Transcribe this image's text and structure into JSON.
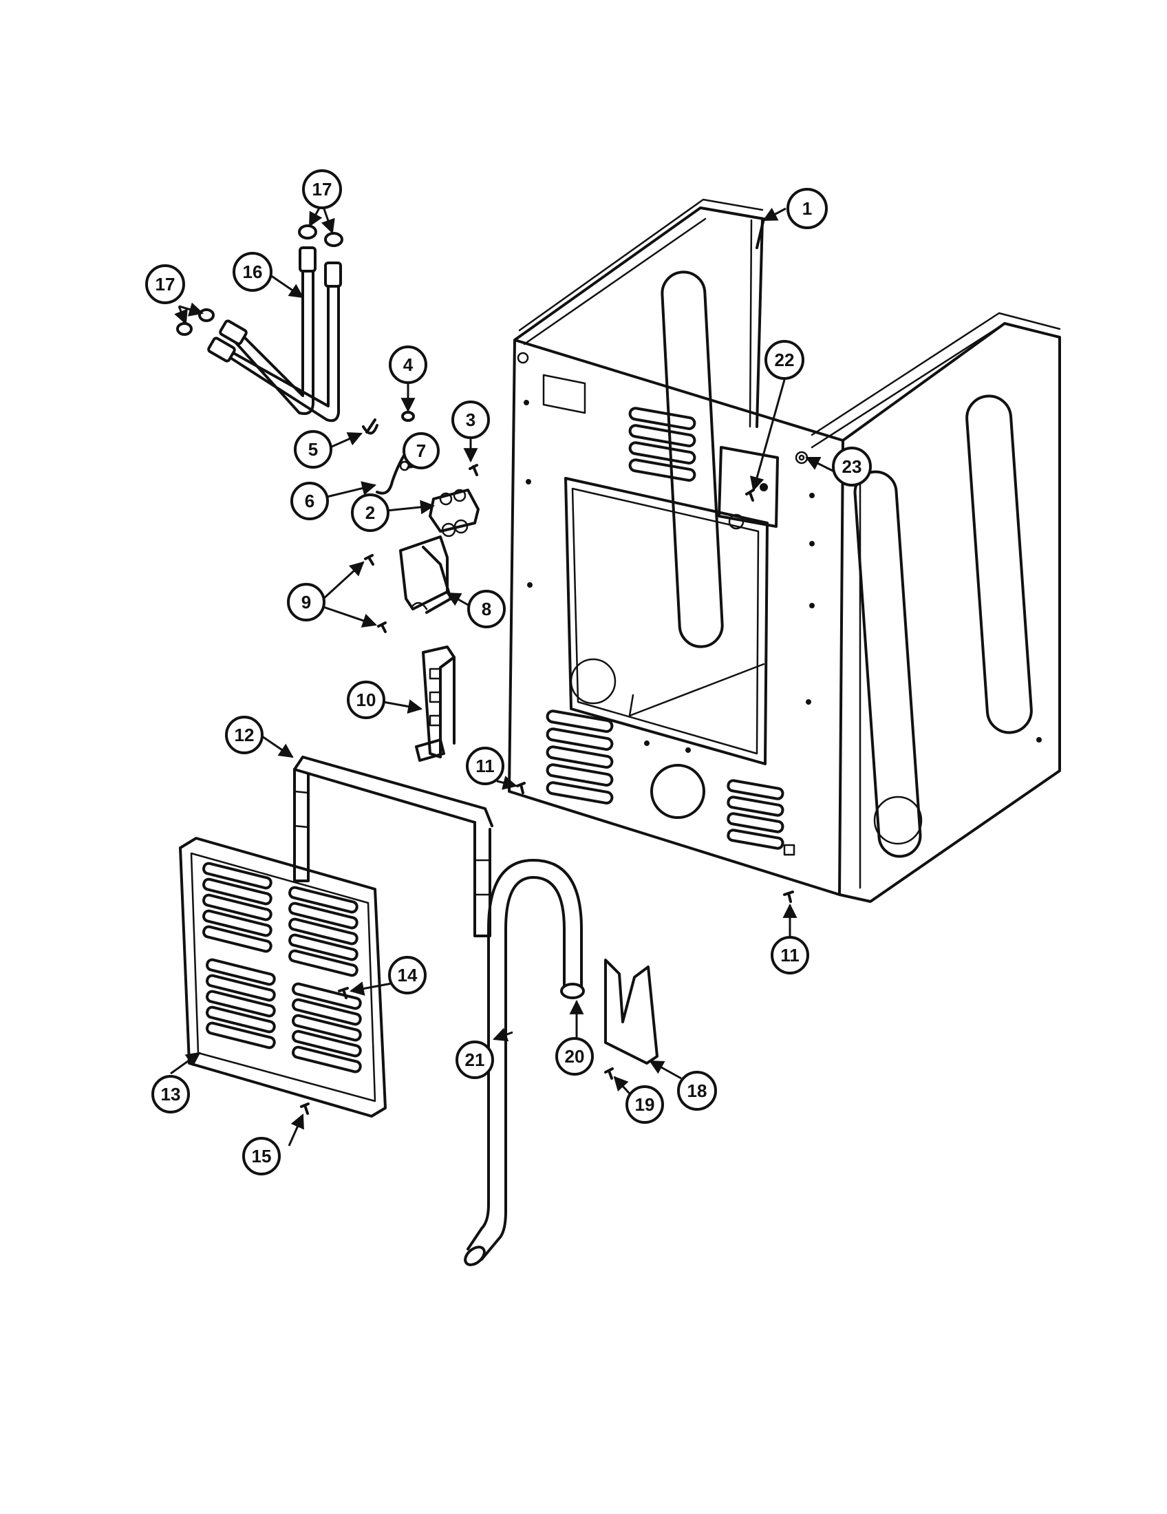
{
  "callouts": [
    {
      "id": "c1",
      "label": "1"
    },
    {
      "id": "c2",
      "label": "2"
    },
    {
      "id": "c3",
      "label": "3"
    },
    {
      "id": "c4",
      "label": "4"
    },
    {
      "id": "c5",
      "label": "5"
    },
    {
      "id": "c6",
      "label": "6"
    },
    {
      "id": "c7",
      "label": "7"
    },
    {
      "id": "c8",
      "label": "8"
    },
    {
      "id": "c9",
      "label": "9"
    },
    {
      "id": "c10",
      "label": "10"
    },
    {
      "id": "c11a",
      "label": "11"
    },
    {
      "id": "c11b",
      "label": "11"
    },
    {
      "id": "c12",
      "label": "12"
    },
    {
      "id": "c13",
      "label": "13"
    },
    {
      "id": "c14",
      "label": "14"
    },
    {
      "id": "c15",
      "label": "15"
    },
    {
      "id": "c16",
      "label": "16"
    },
    {
      "id": "c17a",
      "label": "17"
    },
    {
      "id": "c17b",
      "label": "17"
    },
    {
      "id": "c18",
      "label": "18"
    },
    {
      "id": "c19",
      "label": "19"
    },
    {
      "id": "c20",
      "label": "20"
    },
    {
      "id": "c21",
      "label": "21"
    },
    {
      "id": "c22",
      "label": "22"
    },
    {
      "id": "c23",
      "label": "23"
    }
  ]
}
